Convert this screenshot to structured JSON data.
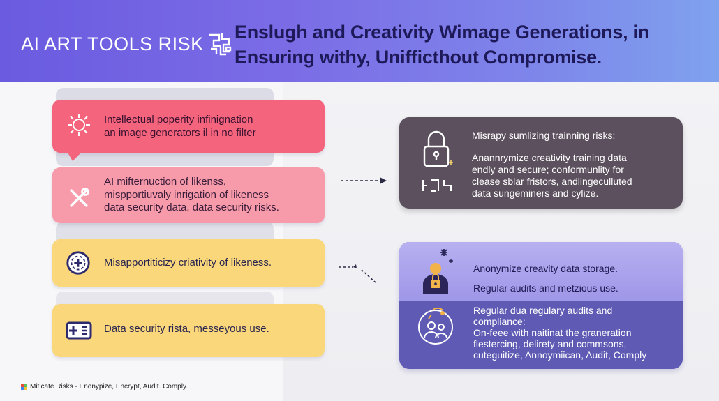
{
  "header": {
    "brand": "AI ART TOOLS RISK",
    "headline_line1": "Enslugh and Creativity Wimage Generations, in",
    "headline_line2": "Ensuring withy, Unifficthout Compromise."
  },
  "risk_cards": [
    {
      "icon": "sun-icon",
      "lines": [
        "Intellectual poperity infinignation",
        "an image generators il in no filter"
      ]
    },
    {
      "icon": "tools-icon",
      "lines": [
        "AI mifternuction of likenss,",
        "mispportiuvaly inrigation of likeness",
        "data security data, data security risks."
      ]
    },
    {
      "icon": "target-icon",
      "lines": [
        "Misapportiticizy criativity of likeness."
      ]
    },
    {
      "icon": "id-card-icon",
      "lines": [
        "Data security rista, messeyous use."
      ]
    }
  ],
  "dark_card": {
    "icon": "lock-icon",
    "title": "Misrapy sumlizing trainning risks:",
    "lines": [
      "Anannrymize creativity training data",
      "endly and secure; conformunlity for",
      "clease sblar fristors, andlingeculluted",
      "data sungeminers and cylize."
    ]
  },
  "purple_card": {
    "top_icon": "user-lock-icon",
    "top_lines": [
      "Anonymize creavity data storage.",
      "Regular audits and metzious use."
    ],
    "bottom_icon": "audit-users-icon",
    "bottom_title_lines": [
      "Regular dua regulary audits and",
      "compliance:"
    ],
    "bottom_lines": [
      "On-feee with naitinat the graneration",
      "flestercing, delirety and commsons,",
      "cuteguitize, Annoymiican, Audit, Comply"
    ]
  },
  "footer": {
    "text": "Miticate Risks - Enonypize, Encrypt, Audit. Comply."
  },
  "colors": {
    "header_start": "#6a5be0",
    "header_end": "#7fa2ee",
    "card_red": "#f4647c",
    "card_pink": "#f79aaa",
    "card_yellow": "#f9d77a",
    "card_dark": "#5c505e",
    "card_purple": "#5f5bb4"
  }
}
